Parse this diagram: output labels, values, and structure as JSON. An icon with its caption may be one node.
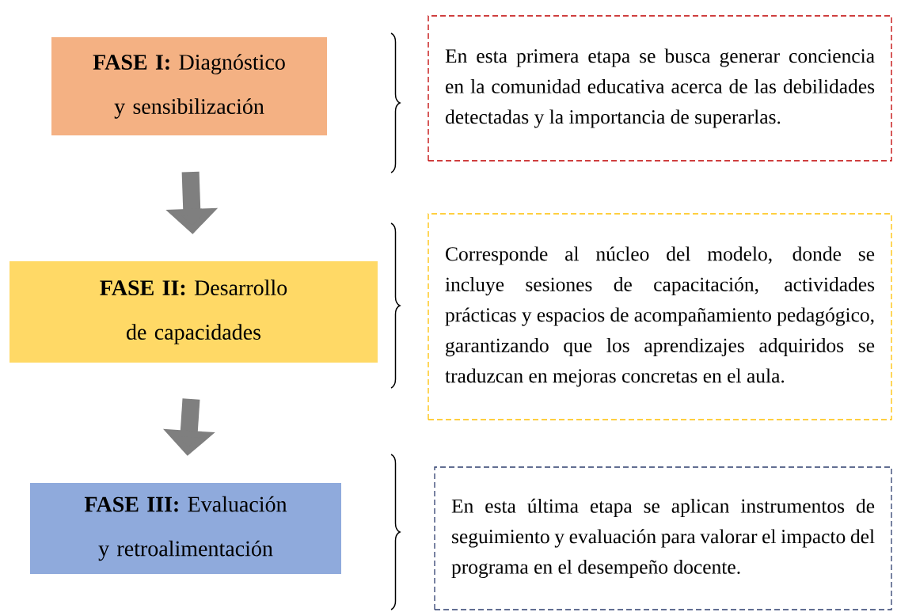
{
  "diagram": {
    "nodes": [
      {
        "text": [
          "**FASE I:** Diagnóstico y sensibilización"
        ]
      },
      {
        "text": [
          "En esta primera etapa se busca generar conciencia en la comunidad educativa acerca de las debilidades detectadas y la importancia de superarlas."
        ]
      },
      {
        "text": [
          "**FASE II:** Desarrollo de capacidades"
        ]
      },
      {
        "text": [
          "Corresponde al núcleo del modelo, donde se incluye sesiones de capacitación, actividades prácticas y espacios de acompañamiento pedagógico, garantizando que los aprendizajes adquiridos se traduzcan en mejoras concretas en el aula."
        ]
      },
      {
        "text": [
          "**FASE III:** Evaluación y retroalimentación"
        ]
      },
      {
        "text": [
          "En esta última etapa se aplican instrumentos de seguimiento y evaluación para valorar el impacto del programa en el desempeño docente."
        ]
      }
    ],
    "edges": [
      {
        "from": 0,
        "to": 2,
        "arrow": "to"
      },
      {
        "from": 2,
        "to": 4,
        "arrow": "to"
      }
    ]
  }
}
